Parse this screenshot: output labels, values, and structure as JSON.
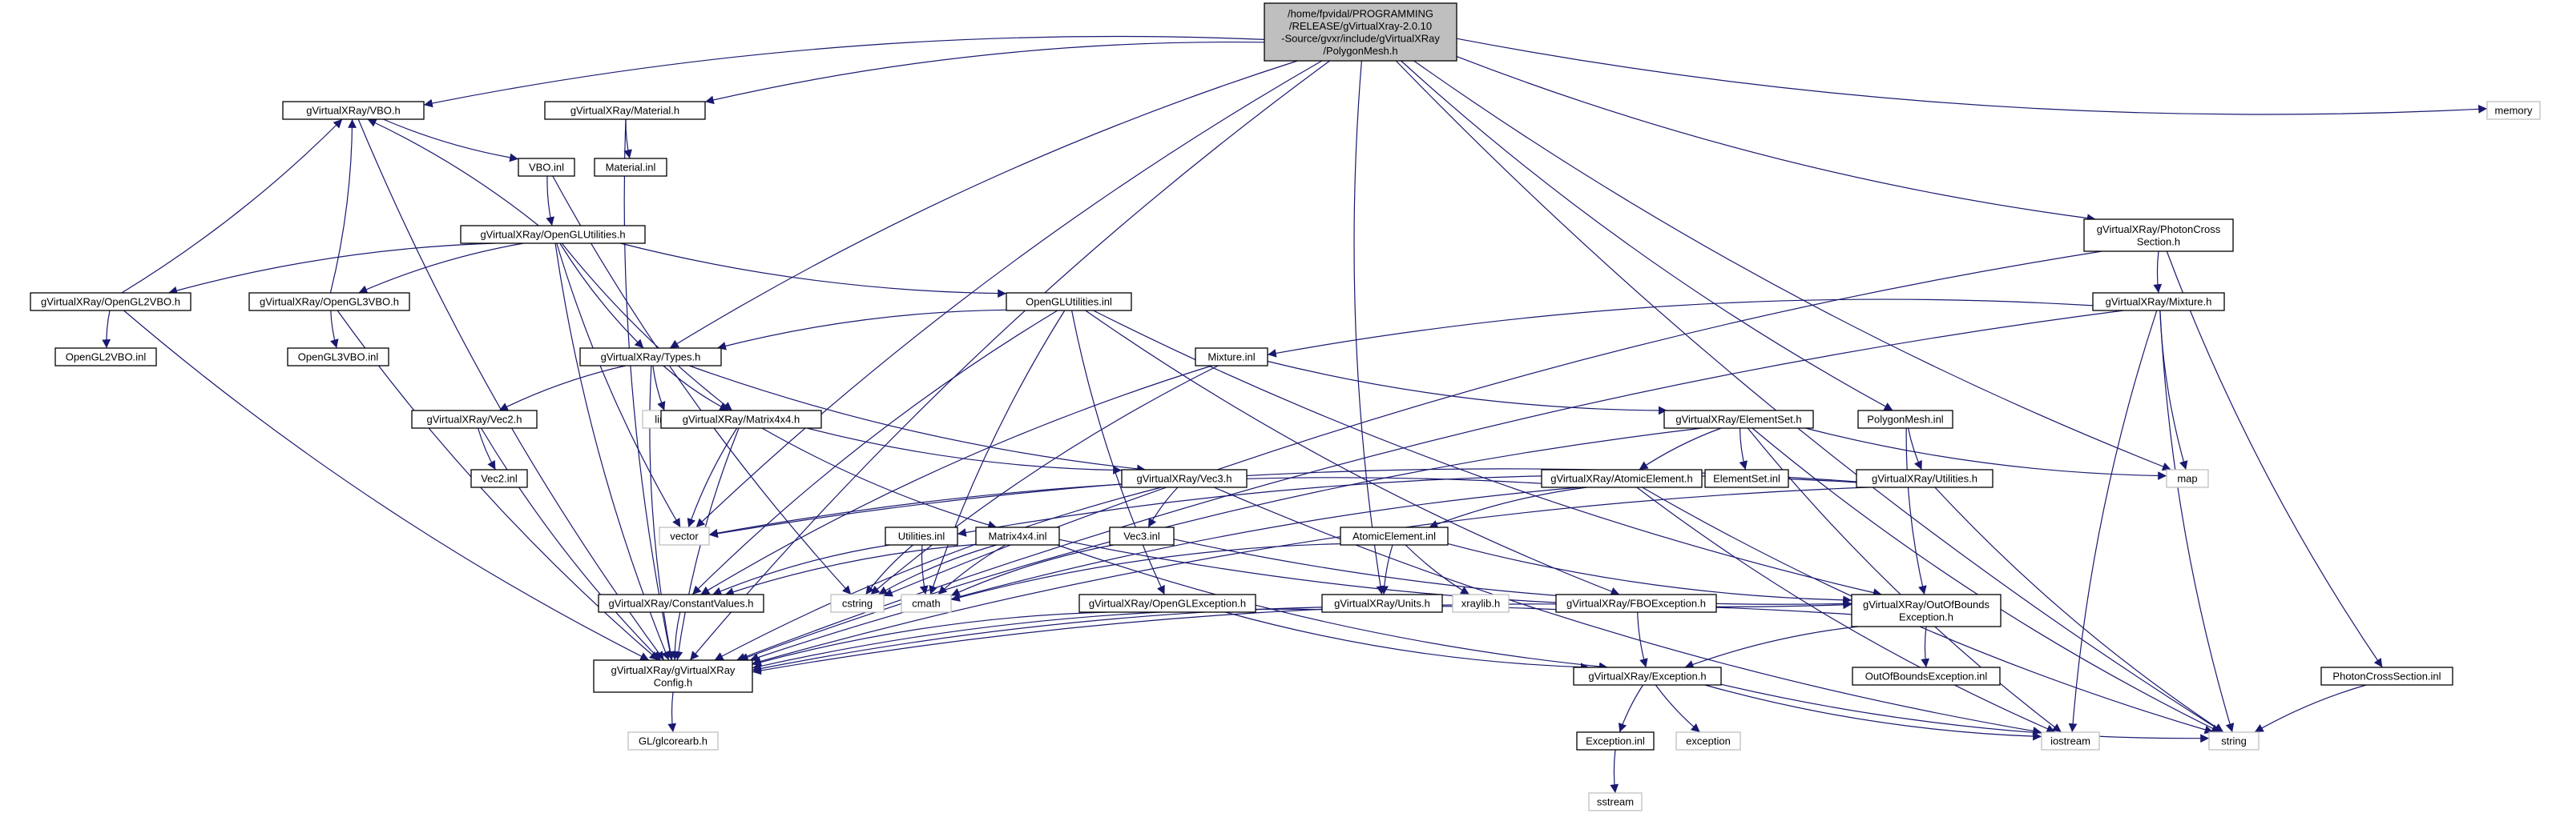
{
  "colors": {
    "edge": "#191970",
    "box_border": "#000000",
    "root_fill": "#bfbfbf",
    "node_fill": "#ffffff",
    "system_border": "#bfbfbf"
  },
  "nodes": [
    {
      "id": "root",
      "lines": [
        "/home/fpvidal/PROGRAMMING",
        "/RELEASE/gVirtualXray-2.0.10",
        "-Source/gvxr/include/gVirtualXRay",
        "/PolygonMesh.h"
      ],
      "kind": "root"
    },
    {
      "id": "vbo_h",
      "lines": [
        "gVirtualXRay/VBO.h"
      ],
      "kind": "file"
    },
    {
      "id": "material_h",
      "lines": [
        "gVirtualXRay/Material.h"
      ],
      "kind": "file"
    },
    {
      "id": "material_inl",
      "lines": [
        "Material.inl"
      ],
      "kind": "file"
    },
    {
      "id": "vbo_inl",
      "lines": [
        "VBO.inl"
      ],
      "kind": "file"
    },
    {
      "id": "oglutil_h",
      "lines": [
        "gVirtualXRay/OpenGLUtilities.h"
      ],
      "kind": "file"
    },
    {
      "id": "ogl2vbo_h",
      "lines": [
        "gVirtualXRay/OpenGL2VBO.h"
      ],
      "kind": "file"
    },
    {
      "id": "ogl3vbo_h",
      "lines": [
        "gVirtualXRay/OpenGL3VBO.h"
      ],
      "kind": "file"
    },
    {
      "id": "ogl2vbo_inl",
      "lines": [
        "OpenGL2VBO.inl"
      ],
      "kind": "file"
    },
    {
      "id": "ogl3vbo_inl",
      "lines": [
        "OpenGL3VBO.inl"
      ],
      "kind": "file"
    },
    {
      "id": "oglutil_inl",
      "lines": [
        "OpenGLUtilities.inl"
      ],
      "kind": "file"
    },
    {
      "id": "types_h",
      "lines": [
        "gVirtualXRay/Types.h"
      ],
      "kind": "file"
    },
    {
      "id": "limits",
      "lines": [
        "limits"
      ],
      "kind": "system"
    },
    {
      "id": "vec2_h",
      "lines": [
        "gVirtualXRay/Vec2.h"
      ],
      "kind": "file"
    },
    {
      "id": "vec2_inl",
      "lines": [
        "Vec2.inl"
      ],
      "kind": "file"
    },
    {
      "id": "matrix_h",
      "lines": [
        "gVirtualXRay/Matrix4x4.h"
      ],
      "kind": "file"
    },
    {
      "id": "vec3_h",
      "lines": [
        "gVirtualXRay/Vec3.h"
      ],
      "kind": "file"
    },
    {
      "id": "vector",
      "lines": [
        "vector"
      ],
      "kind": "system"
    },
    {
      "id": "util_inl",
      "lines": [
        "Utilities.inl"
      ],
      "kind": "file"
    },
    {
      "id": "matrix_inl",
      "lines": [
        "Matrix4x4.inl"
      ],
      "kind": "file"
    },
    {
      "id": "vec3_inl",
      "lines": [
        "Vec3.inl"
      ],
      "kind": "file"
    },
    {
      "id": "constvals_h",
      "lines": [
        "gVirtualXRay/ConstantValues.h"
      ],
      "kind": "file"
    },
    {
      "id": "cstring",
      "lines": [
        "cstring"
      ],
      "kind": "system"
    },
    {
      "id": "cmath",
      "lines": [
        "cmath"
      ],
      "kind": "system"
    },
    {
      "id": "config_h",
      "lines": [
        "gVirtualXRay/gVirtualXRay",
        "Config.h"
      ],
      "kind": "file"
    },
    {
      "id": "glcorearb",
      "lines": [
        "GL/glcorearb.h"
      ],
      "kind": "system"
    },
    {
      "id": "mixture_inl",
      "lines": [
        "Mixture.inl"
      ],
      "kind": "file"
    },
    {
      "id": "ogl_exc_h",
      "lines": [
        "gVirtualXRay/OpenGLException.h"
      ],
      "kind": "file"
    },
    {
      "id": "units_h",
      "lines": [
        "gVirtualXRay/Units.h"
      ],
      "kind": "file"
    },
    {
      "id": "atomic_inl",
      "lines": [
        "AtomicElement.inl"
      ],
      "kind": "file"
    },
    {
      "id": "xraylib",
      "lines": [
        "xraylib.h"
      ],
      "kind": "system"
    },
    {
      "id": "atomic_h",
      "lines": [
        "gVirtualXRay/AtomicElement.h"
      ],
      "kind": "file"
    },
    {
      "id": "elemset_h",
      "lines": [
        "gVirtualXRay/ElementSet.h"
      ],
      "kind": "file"
    },
    {
      "id": "elemset_inl",
      "lines": [
        "ElementSet.inl"
      ],
      "kind": "file"
    },
    {
      "id": "fbo_exc_h",
      "lines": [
        "gVirtualXRay/FBOException.h"
      ],
      "kind": "file"
    },
    {
      "id": "exception_h",
      "lines": [
        "gVirtualXRay/Exception.h"
      ],
      "kind": "file"
    },
    {
      "id": "exception_inl",
      "lines": [
        "Exception.inl"
      ],
      "kind": "file"
    },
    {
      "id": "exception",
      "lines": [
        "exception"
      ],
      "kind": "system"
    },
    {
      "id": "sstream",
      "lines": [
        "sstream"
      ],
      "kind": "system"
    },
    {
      "id": "polymesh_inl",
      "lines": [
        "PolygonMesh.inl"
      ],
      "kind": "file"
    },
    {
      "id": "utilities_h",
      "lines": [
        "gVirtualXRay/Utilities.h"
      ],
      "kind": "file"
    },
    {
      "id": "oob_h",
      "lines": [
        "gVirtualXRay/OutOfBounds",
        "Exception.h"
      ],
      "kind": "file"
    },
    {
      "id": "oob_inl",
      "lines": [
        "OutOfBoundsException.inl"
      ],
      "kind": "file"
    },
    {
      "id": "iostream",
      "lines": [
        "iostream"
      ],
      "kind": "system"
    },
    {
      "id": "photon_h",
      "lines": [
        "gVirtualXRay/PhotonCross",
        "Section.h"
      ],
      "kind": "file"
    },
    {
      "id": "mixture_h",
      "lines": [
        "gVirtualXRay/Mixture.h"
      ],
      "kind": "file"
    },
    {
      "id": "map",
      "lines": [
        "map"
      ],
      "kind": "system"
    },
    {
      "id": "memory",
      "lines": [
        "memory"
      ],
      "kind": "system"
    },
    {
      "id": "photon_inl",
      "lines": [
        "PhotonCrossSection.inl"
      ],
      "kind": "file"
    },
    {
      "id": "string",
      "lines": [
        "string"
      ],
      "kind": "system"
    }
  ],
  "edges": [
    [
      "root",
      "vbo_h"
    ],
    [
      "root",
      "material_h"
    ],
    [
      "root",
      "types_h"
    ],
    [
      "root",
      "vector"
    ],
    [
      "root",
      "config_h"
    ],
    [
      "root",
      "units_h"
    ],
    [
      "root",
      "polymesh_inl"
    ],
    [
      "root",
      "photon_h"
    ],
    [
      "root",
      "map"
    ],
    [
      "root",
      "memory"
    ],
    [
      "root",
      "string"
    ],
    [
      "material_h",
      "material_inl"
    ],
    [
      "material_h",
      "config_h"
    ],
    [
      "vbo_h",
      "vbo_inl"
    ],
    [
      "vbo_h",
      "config_h"
    ],
    [
      "vbo_inl",
      "oglutil_h"
    ],
    [
      "vbo_inl",
      "cstring"
    ],
    [
      "oglutil_h",
      "vbo_h"
    ],
    [
      "oglutil_h",
      "ogl2vbo_h"
    ],
    [
      "oglutil_h",
      "ogl3vbo_h"
    ],
    [
      "oglutil_h",
      "oglutil_inl"
    ],
    [
      "oglutil_h",
      "types_h"
    ],
    [
      "oglutil_h",
      "matrix_h"
    ],
    [
      "oglutil_h",
      "vector"
    ],
    [
      "oglutil_h",
      "config_h"
    ],
    [
      "ogl2vbo_h",
      "vbo_h"
    ],
    [
      "ogl2vbo_h",
      "ogl2vbo_inl"
    ],
    [
      "ogl2vbo_h",
      "config_h"
    ],
    [
      "ogl3vbo_h",
      "vbo_h"
    ],
    [
      "ogl3vbo_h",
      "ogl3vbo_inl"
    ],
    [
      "ogl3vbo_h",
      "config_h"
    ],
    [
      "oglutil_inl",
      "types_h"
    ],
    [
      "oglutil_inl",
      "constvals_h"
    ],
    [
      "oglutil_inl",
      "cmath"
    ],
    [
      "oglutil_inl",
      "ogl_exc_h"
    ],
    [
      "oglutil_inl",
      "fbo_exc_h"
    ],
    [
      "oglutil_inl",
      "oob_h"
    ],
    [
      "types_h",
      "limits"
    ],
    [
      "types_h",
      "vec2_h"
    ],
    [
      "types_h",
      "matrix_h"
    ],
    [
      "types_h",
      "vec3_h"
    ],
    [
      "types_h",
      "config_h"
    ],
    [
      "vec2_h",
      "vec2_inl"
    ],
    [
      "vec2_h",
      "config_h"
    ],
    [
      "matrix_h",
      "vec3_h"
    ],
    [
      "matrix_h",
      "vector"
    ],
    [
      "matrix_h",
      "matrix_inl"
    ],
    [
      "matrix_h",
      "config_h"
    ],
    [
      "vec3_h",
      "vec3_inl"
    ],
    [
      "vec3_h",
      "config_h"
    ],
    [
      "vec3_h",
      "iostream"
    ],
    [
      "vec3_inl",
      "cmath"
    ],
    [
      "vec3_inl",
      "oob_h"
    ],
    [
      "matrix_inl",
      "cstring"
    ],
    [
      "matrix_inl",
      "cmath"
    ],
    [
      "matrix_inl",
      "constvals_h"
    ],
    [
      "matrix_inl",
      "oob_h"
    ],
    [
      "matrix_inl",
      "exception_h"
    ],
    [
      "util_inl",
      "cstring"
    ],
    [
      "util_inl",
      "cmath"
    ],
    [
      "util_inl",
      "constvals_h"
    ],
    [
      "constvals_h",
      "config_h"
    ],
    [
      "config_h",
      "glcorearb"
    ],
    [
      "ogl_exc_h",
      "exception_h"
    ],
    [
      "ogl_exc_h",
      "config_h"
    ],
    [
      "units_h",
      "config_h"
    ],
    [
      "fbo_exc_h",
      "exception_h"
    ],
    [
      "fbo_exc_h",
      "config_h"
    ],
    [
      "oob_h",
      "exception_h"
    ],
    [
      "oob_h",
      "oob_inl"
    ],
    [
      "oob_h",
      "config_h"
    ],
    [
      "exception_h",
      "exception_inl"
    ],
    [
      "exception_h",
      "exception"
    ],
    [
      "exception_h",
      "iostream"
    ],
    [
      "exception_h",
      "string"
    ],
    [
      "exception_inl",
      "sstream"
    ],
    [
      "photon_h",
      "mixture_h"
    ],
    [
      "photon_h",
      "photon_inl"
    ],
    [
      "photon_h",
      "cstring"
    ],
    [
      "photon_inl",
      "string"
    ],
    [
      "mixture_h",
      "mixture_inl"
    ],
    [
      "mixture_h",
      "map"
    ],
    [
      "mixture_h",
      "iostream"
    ],
    [
      "mixture_h",
      "string"
    ],
    [
      "mixture_h",
      "config_h"
    ],
    [
      "mixture_inl",
      "elemset_h"
    ],
    [
      "mixture_inl",
      "constvals_h"
    ],
    [
      "mixture_inl",
      "cstring"
    ],
    [
      "elemset_h",
      "atomic_h"
    ],
    [
      "elemset_h",
      "elemset_inl"
    ],
    [
      "elemset_h",
      "map"
    ],
    [
      "elemset_h",
      "iostream"
    ],
    [
      "elemset_h",
      "string"
    ],
    [
      "elemset_h",
      "config_h"
    ],
    [
      "atomic_h",
      "atomic_inl"
    ],
    [
      "atomic_h",
      "vector"
    ],
    [
      "atomic_h",
      "iostream"
    ],
    [
      "atomic_h",
      "string"
    ],
    [
      "atomic_h",
      "config_h"
    ],
    [
      "atomic_inl",
      "units_h"
    ],
    [
      "atomic_inl",
      "xraylib"
    ],
    [
      "atomic_inl",
      "oob_h"
    ],
    [
      "atomic_inl",
      "cmath"
    ],
    [
      "polymesh_inl",
      "utilities_h"
    ],
    [
      "polymesh_inl",
      "oob_h"
    ],
    [
      "utilities_h",
      "util_inl"
    ],
    [
      "utilities_h",
      "string"
    ],
    [
      "utilities_h",
      "config_h"
    ],
    [
      "utilities_h",
      "vector"
    ]
  ]
}
